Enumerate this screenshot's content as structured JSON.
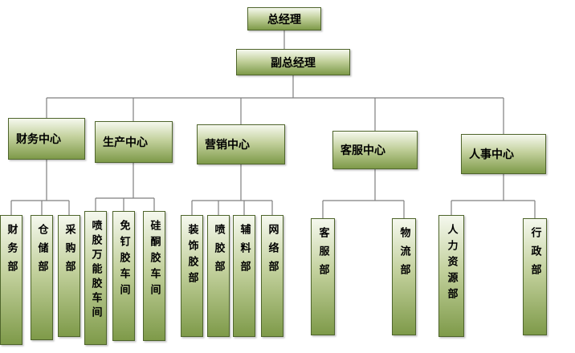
{
  "org_chart": {
    "general_manager": "总经理",
    "deputy_general_manager": "副总经理",
    "centers": [
      {
        "label": "财务中心",
        "departments": [
          "财务部",
          "仓储部",
          "采购部"
        ]
      },
      {
        "label": "生产中心",
        "departments": [
          "喷胶万能胶车间",
          "免钉胶车间",
          "硅酮胶车间"
        ]
      },
      {
        "label": "营销中心",
        "departments": [
          "装饰胶部",
          "喷胶部",
          "辅料部",
          "网络部"
        ]
      },
      {
        "label": "客服中心",
        "departments": [
          "客服部",
          "物流部"
        ]
      },
      {
        "label": "人事中心",
        "departments": [
          "人力资源部",
          "行政部"
        ]
      }
    ],
    "colors": {
      "box_gradient_top": "#f5f8ee",
      "box_gradient_bottom": "#7e9a49",
      "box_border": "#4f652c",
      "connector": "#7f7f7f",
      "text": "#000000",
      "background": "#ffffff"
    }
  }
}
